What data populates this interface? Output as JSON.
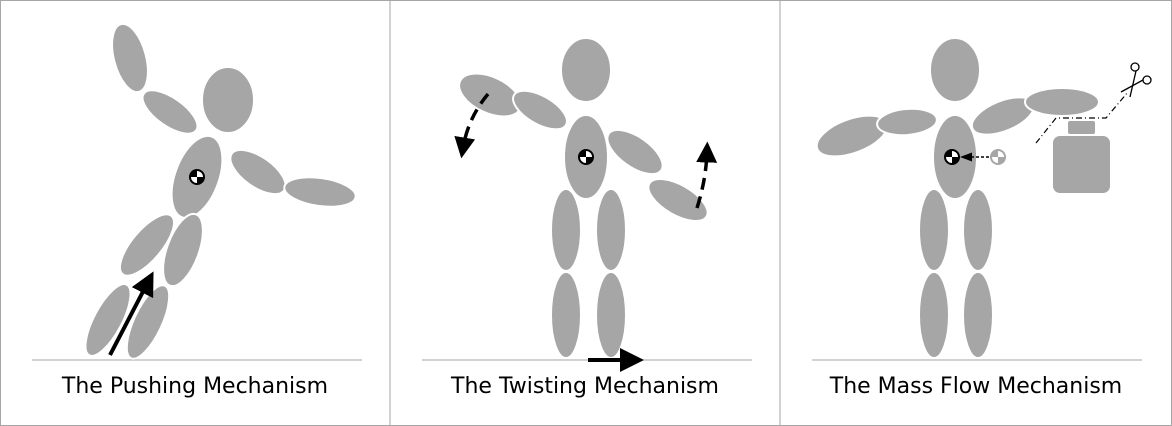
{
  "panels": [
    {
      "title": "The Pushing Mechanism"
    },
    {
      "title": "The Twisting Mechanism"
    },
    {
      "title": "The Mass Flow Mechanism"
    }
  ],
  "colors": {
    "body": "#a6a6a6",
    "border": "#a6a6a6",
    "arrow": "#000000"
  }
}
